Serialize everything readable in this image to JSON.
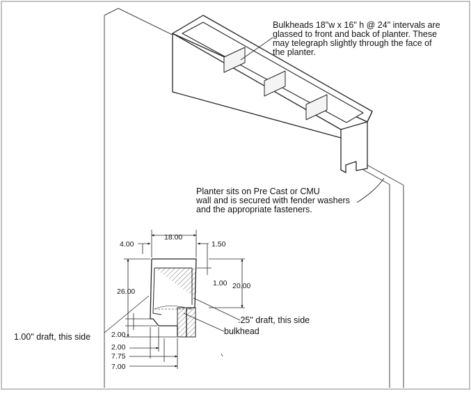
{
  "notes": {
    "bulkheads": [
      "Bulkheads 18\"w x 16\" h @ 24\" intervals are",
      "glassed to front and back of planter. These",
      "may telegraph slightly through the face of",
      "the planter."
    ],
    "planter_sits": [
      "Planter sits on Pre Cast or CMU",
      "wall and is secured with fender washers",
      "and the appropriate fasteners."
    ]
  },
  "section": {
    "dimensions": {
      "top_width": "18.00",
      "left_offset": "4.00",
      "right_lip": "1.50",
      "height": "26.00",
      "inner_height": "20.00",
      "lip_drop": "1.00",
      "notch_height": "2.00",
      "notch_width": "2.00",
      "base_width_a": "7.75",
      "base_width_b": "7.00"
    },
    "labels": {
      "draft_left": "1.00\" draft, this side",
      "draft_right": ".25\" draft, this side",
      "bulkhead": "bulkhead"
    }
  }
}
